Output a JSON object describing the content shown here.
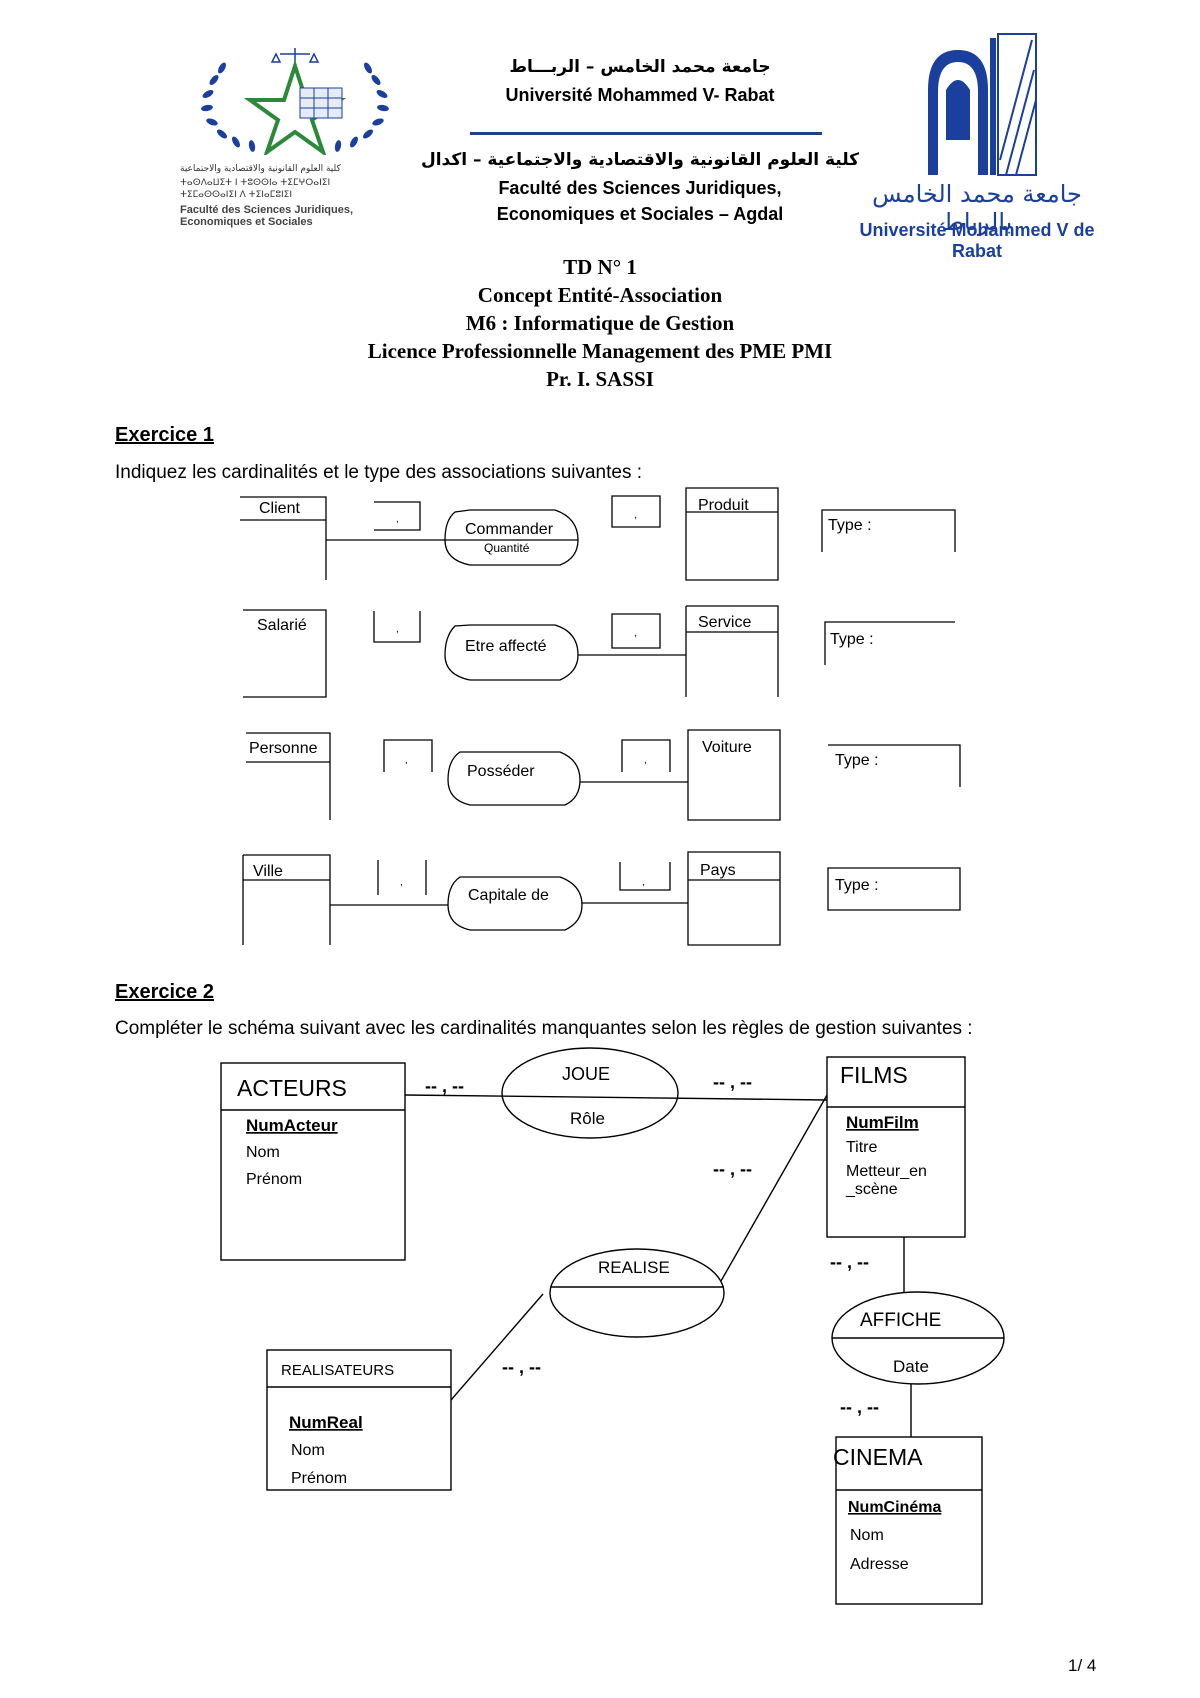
{
  "header": {
    "left_logo": {
      "name": "fsjes-logo",
      "text_ar": "كلية العلوم القانونية والاقتصادية والاجتماعية",
      "text_tifinagh_1": "ⵜⴰⵙⴷⴰⵡⵉⵜ ⵏ ⵜⵓⵙⵙⵏⴰ ⵜⵉⵎⵖⵔⴰⵏⵉⵏ",
      "text_tifinagh_2": "ⵜⵉⵎⴰⵙⵙⴰⵏⵉⵏ ⴷ ⵜⵉⵏⴰⵎⵓⵏⵉⵏ",
      "text_fr_1": "Faculté des Sciences Juridiques,",
      "text_fr_2": "Economiques et Sociales"
    },
    "university_ar": "جامعة محمد الخامس – الربـــاط",
    "university_fr": "Université Mohammed V- Rabat",
    "faculty_ar": "كلية العلوم القانونية والاقتصادية والاجتماعية – اكدال",
    "faculty_fr_1": "Faculté des Sciences Juridiques,",
    "faculty_fr_2": "Economiques et Sociales – Agdal",
    "right_logo": {
      "name": "um5-logo",
      "text_ar": "جامعة محمد الخامس بالرباط",
      "text_fr": "Université Mohammed V de Rabat"
    },
    "colors": {
      "logo_blue": "#1a3f9c",
      "logo_green": "#2a8a3a",
      "rule_blue": "#1f3f8f"
    }
  },
  "title_block": [
    "TD N° 1",
    "Concept Entité-Association",
    "M6 : Informatique de Gestion",
    "Licence Professionnelle Management des PME PMI",
    "Pr.  I. SASSI"
  ],
  "exercise1": {
    "heading": "Exercice 1",
    "instruction": "Indiquez les cardinalités et le type des associations suivantes :",
    "type_label": "Type :",
    "card_placeholder": ",",
    "rows": [
      {
        "left": "Client",
        "assoc": "Commander",
        "attr": "Quantité",
        "right": "Produit"
      },
      {
        "left": "Salarié",
        "assoc": "Etre affecté",
        "attr": "",
        "right": "Service"
      },
      {
        "left": "Personne",
        "assoc": "Posséder",
        "attr": "",
        "right": "Voiture"
      },
      {
        "left": "Ville",
        "assoc": "Capitale de",
        "attr": "",
        "right": "Pays"
      }
    ]
  },
  "exercise2": {
    "heading": "Exercice 2",
    "instruction": "Compléter le schéma suivant avec les cardinalités manquantes selon les règles de gestion suivantes :",
    "card_placeholder": "-- , --",
    "entities": {
      "acteurs": {
        "name": "ACTEURS",
        "key": "NumActeur",
        "attrs": [
          "Nom",
          "Prénom"
        ]
      },
      "films": {
        "name": "FILMS",
        "key": "NumFilm",
        "attrs": [
          "Titre",
          "Metteur_en",
          "_scène"
        ]
      },
      "realisateurs": {
        "name": "REALISATEURS",
        "key": "NumReal",
        "attrs": [
          "Nom",
          "Prénom"
        ]
      },
      "cinema": {
        "name": "CINEMA",
        "key": "NumCinéma",
        "attrs": [
          "Nom",
          "Adresse"
        ]
      }
    },
    "associations": {
      "joue": {
        "name": "JOUE",
        "attr": "Rôle"
      },
      "realise": {
        "name": "REALISE",
        "attr": ""
      },
      "affiche": {
        "name": "AFFICHE",
        "attr": "Date"
      }
    }
  },
  "footer": {
    "page": "1/ 4"
  }
}
